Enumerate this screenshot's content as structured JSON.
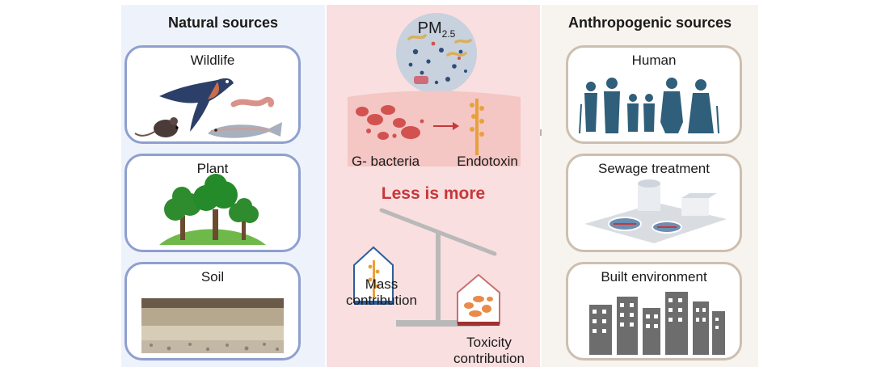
{
  "natural": {
    "title": "Natural sources",
    "items": [
      {
        "label": "Wildlife"
      },
      {
        "label": "Plant"
      },
      {
        "label": "Soil"
      }
    ]
  },
  "center": {
    "pm_label": "PM",
    "pm_subscript": "2.5",
    "bacteria_label": "G- bacteria",
    "endotoxin_label": "Endotoxin",
    "slogan": "Less is more",
    "mass_label": "Mass contribution",
    "toxicity_label": "Toxicity contribution"
  },
  "anthropogenic": {
    "title": "Anthropogenic sources",
    "items": [
      {
        "label": "Human"
      },
      {
        "label": "Sewage treatment"
      },
      {
        "label": "Built environment"
      }
    ]
  },
  "colors": {
    "natural_panel": "#eef3fb",
    "natural_border": "#8fa0cf",
    "center_panel": "#f9dfe0",
    "anthropogenic_panel": "#f7f3ee",
    "anthropogenic_border": "#cdbfb0",
    "slogan": "#c7373a",
    "endotoxin": "#e8a13a",
    "bacteria": "#d2524f"
  }
}
